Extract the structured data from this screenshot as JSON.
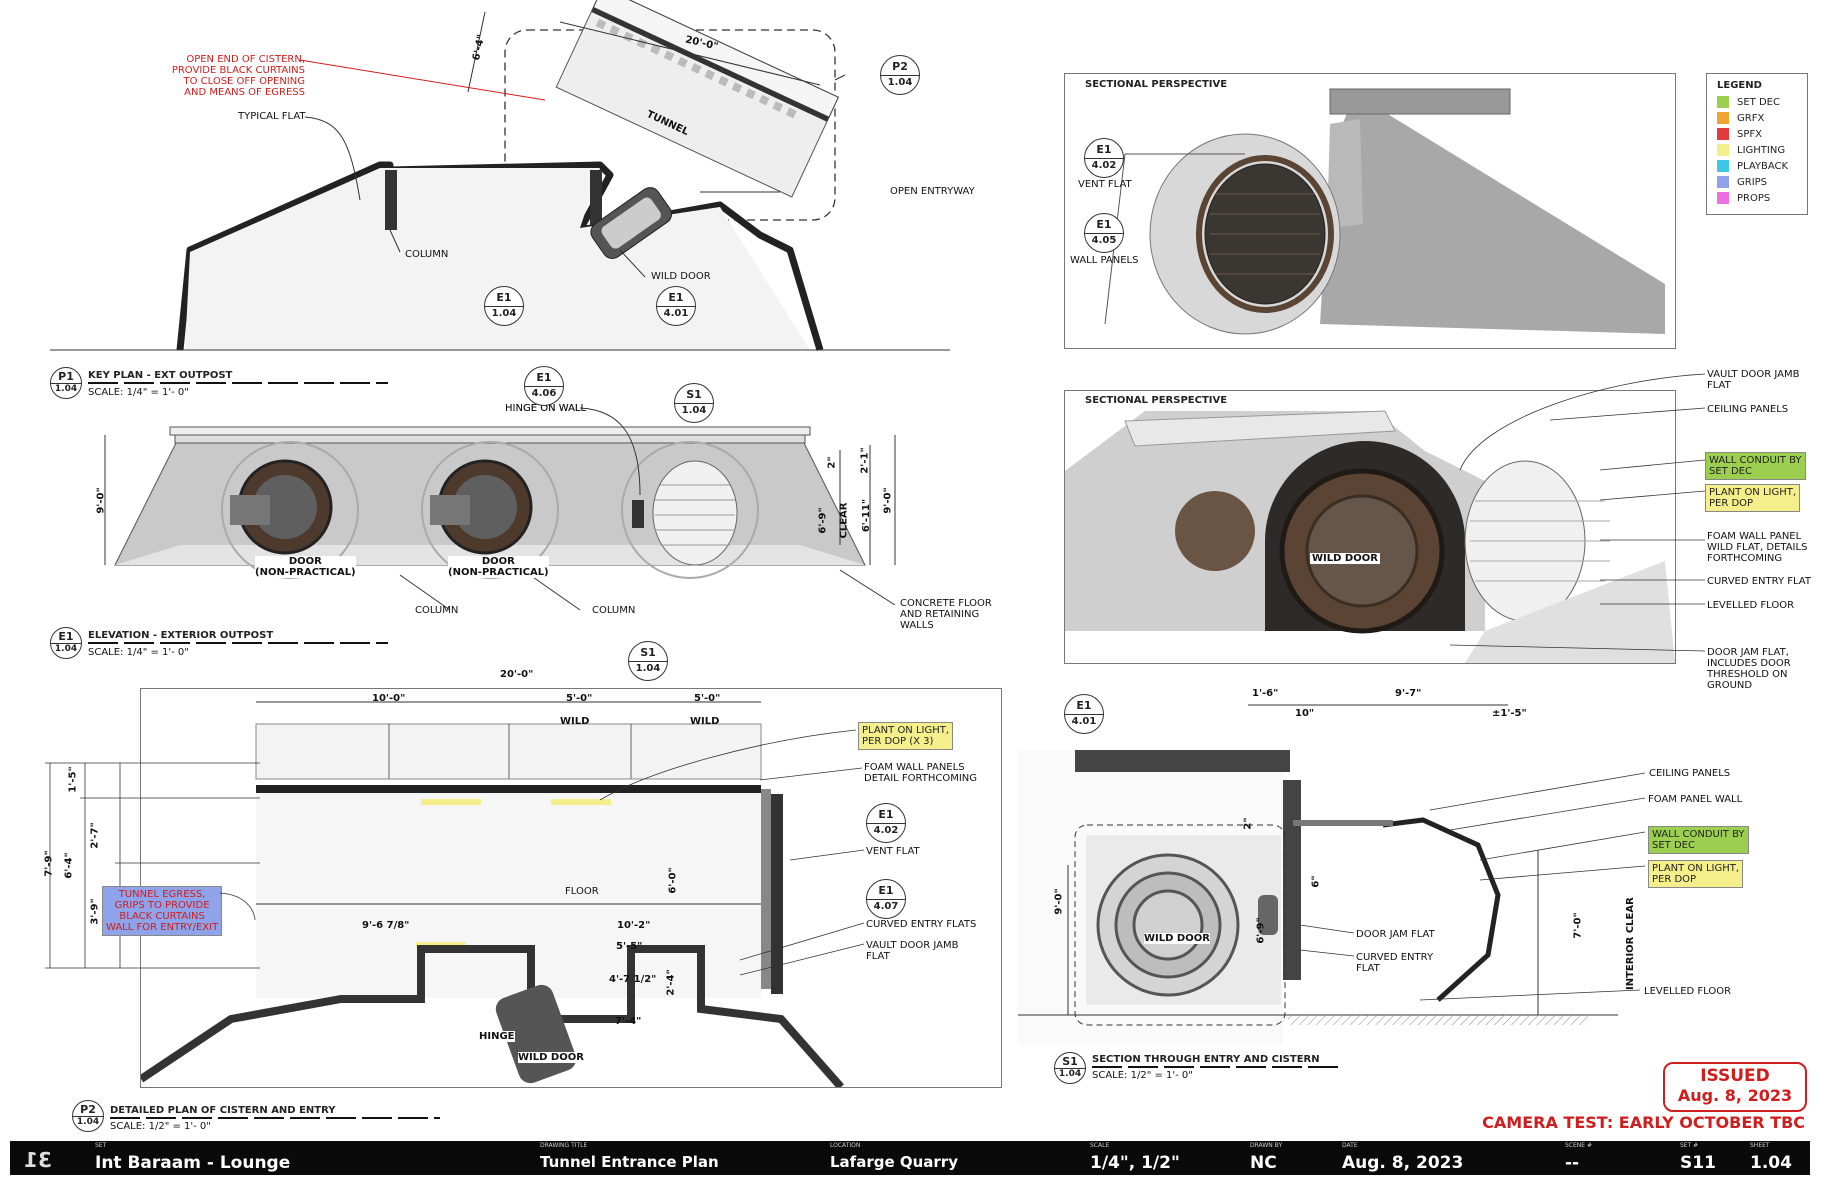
{
  "plans": {
    "p1": {
      "num": "P1",
      "sheet": "1.04",
      "title": "KEY PLAN - EXT OUTPOST",
      "scale": "SCALE: 1/4\" = 1'- 0\""
    },
    "e1": {
      "num": "E1",
      "sheet": "1.04",
      "title": "ELEVATION - EXTERIOR OUTPOST",
      "scale": "SCALE: 1/4\" = 1'- 0\""
    },
    "p2": {
      "num": "P2",
      "sheet": "1.04",
      "title": "DETAILED PLAN OF CISTERN AND ENTRY",
      "scale": "SCALE: 1/2\" = 1'- 0\""
    },
    "s1": {
      "num": "S1",
      "sheet": "1.04",
      "title": "SECTION THROUGH ENTRY AND CISTERN",
      "scale": "SCALE: 1/2\" = 1'- 0\""
    }
  },
  "key_plan": {
    "note_red": "OPEN END OF CISTERN,\nPROVIDE BLACK CURTAINS\nTO CLOSE OFF OPENING\nAND MEANS OF EGRESS",
    "typical_flat": "TYPICAL FLAT",
    "tunnel": "TUNNEL",
    "open_entryway": "OPEN ENTRYWAY",
    "column": "COLUMN",
    "wild_door": "WILD DOOR",
    "dim_20": "20'-0\"",
    "dim_64": "6'-4\"",
    "bubble_p2": {
      "t": "P2",
      "b": "1.04"
    },
    "bubble_e1a": {
      "t": "E1",
      "b": "1.04"
    },
    "bubble_e1b": {
      "t": "E1",
      "b": "4.01"
    }
  },
  "elevation": {
    "hinge": "HINGE ON WALL",
    "door1": "DOOR\n(NON-PRACTICAL)",
    "door2": "DOOR\n(NON-PRACTICAL)",
    "column1": "COLUMN",
    "column2": "COLUMN",
    "concrete": "CONCRETE FLOOR\nAND RETAINING\nWALLS",
    "dim_90a": "9'-0\"",
    "dim_90b": "9'-0\"",
    "dim_69": "6'-9\"",
    "clear": "CLEAR",
    "dim_611": "6'-11\"",
    "dim_21": "2'-1\"",
    "dim_2": "2\"",
    "bubble_e1": {
      "t": "E1",
      "b": "4.06"
    },
    "bubble_s1": {
      "t": "S1",
      "b": "1.04"
    }
  },
  "sect1": {
    "title": "SECTIONAL PERSPECTIVE",
    "vent_flat": "VENT FLAT",
    "wall_panels": "WALL PANELS",
    "bubble_a": {
      "t": "E1",
      "b": "4.02"
    },
    "bubble_b": {
      "t": "E1",
      "b": "4.05"
    }
  },
  "legend": {
    "title": "LEGEND",
    "items": [
      {
        "label": "SET DEC",
        "color": "#9ccf4f"
      },
      {
        "label": "GRFX",
        "color": "#f0a533"
      },
      {
        "label": "SPFX",
        "color": "#e23b3b"
      },
      {
        "label": "LIGHTING",
        "color": "#f4ef8a"
      },
      {
        "label": "PLAYBACK",
        "color": "#3cc8e6"
      },
      {
        "label": "GRIPS",
        "color": "#8fa3ea"
      },
      {
        "label": "PROPS",
        "color": "#ee6fe0"
      }
    ]
  },
  "sect2": {
    "title": "SECTIONAL PERSPECTIVE",
    "wild_door": "WILD DOOR",
    "vault_jamb": "VAULT DOOR JAMB\nFLAT",
    "ceiling": "CEILING PANELS",
    "wall_conduit": "WALL CONDUIT BY\nSET DEC",
    "plant_light": "PLANT ON LIGHT,\nPER DOP",
    "foam": "FOAM WALL PANEL\nWILD FLAT, DETAILS\nFORTHCOMING",
    "curved": "CURVED ENTRY FLAT",
    "levelled": "LEVELLED FLOOR",
    "door_jam": "DOOR JAM FLAT,\nINCLUDES DOOR\nTHRESHOLD ON\nGROUND"
  },
  "detail_plan": {
    "dim_20": "20'-0\"",
    "dim_10": "10'-0\"",
    "dim_5a": "5'-0\"",
    "dim_5b": "5'-0\"",
    "wild1": "WILD",
    "wild2": "WILD",
    "plant_light": "PLANT ON LIGHT,\nPER DOP (X 3)",
    "foam": "FOAM WALL PANELS\nDETAIL FORTHCOMING",
    "vent": "VENT FLAT",
    "curved": "CURVED ENTRY FLATS",
    "vault": "VAULT DOOR JAMB\nFLAT",
    "floor": "FLOOR",
    "egress": "TUNNEL EGRESS,\nGRIPS TO PROVIDE\nBLACK CURTAINS\nWALL FOR ENTRY/EXIT",
    "dim_96": "9'-6 7/8\"",
    "dim_102": "10'-2\"",
    "dim_55": "5'-5\"",
    "dim_60": "6'-0\"",
    "dim_472": "4'-7 1/2\"",
    "dim_24": "2'-4\"",
    "dim_74": "7'-4\"",
    "dim_79": "7'-9\"",
    "dim_64": "6'-4\"",
    "dim_15": "1'-5\"",
    "dim_27": "2'-7\"",
    "dim_39": "3'-9\"",
    "hinge": "HINGE",
    "wild_door": "WILD DOOR",
    "bubble_s1": {
      "t": "S1",
      "b": "1.04"
    },
    "bubble_e1a": {
      "t": "E1",
      "b": "4.02"
    },
    "bubble_e1b": {
      "t": "E1",
      "b": "4.07"
    }
  },
  "section": {
    "bubble_e1": {
      "t": "E1",
      "b": "4.01"
    },
    "dim_16": "1'-6\"",
    "dim_97": "9'-7\"",
    "dim_10": "10\"",
    "dim_15": "±1'-5\"",
    "dim_2": "2\"",
    "dim_6": "6\"",
    "dim_90": "9'-0\"",
    "dim_69": "6'-9\"",
    "dim_70": "7'-0\"",
    "interior_clear": "INTERIOR CLEAR",
    "wild_door": "WILD DOOR",
    "ceiling": "CEILING PANELS",
    "foam": "FOAM PANEL WALL",
    "wall_conduit": "WALL CONDUIT BY\nSET DEC",
    "plant_light": "PLANT ON LIGHT,\nPER DOP",
    "door_jam": "DOOR JAM FLAT",
    "curved": "CURVED ENTRY\nFLAT",
    "levelled": "LEVELLED FLOOR"
  },
  "status": {
    "issued": "ISSUED",
    "issued_date": "Aug. 8, 2023",
    "camera_test": "CAMERA TEST: EARLY OCTOBER TBC"
  },
  "titleblock": {
    "page": "31",
    "set_cap": "SET",
    "set": "Int Baraam - Lounge",
    "drawing_cap": "DRAWING TITLE",
    "drawing": "Tunnel Entrance Plan",
    "location_cap": "LOCATION",
    "location": "Lafarge Quarry",
    "scale_cap": "SCALE",
    "scale": "1/4\", 1/2\"",
    "drawn_cap": "DRAWN BY",
    "drawn": "NC",
    "date_cap": "DATE",
    "date": "Aug. 8, 2023",
    "scene_cap": "SCENE #",
    "scene": "--",
    "set_num_cap": "SET #",
    "set_num": "S11",
    "sheet_cap": "SHEET",
    "sheet": "1.04"
  }
}
